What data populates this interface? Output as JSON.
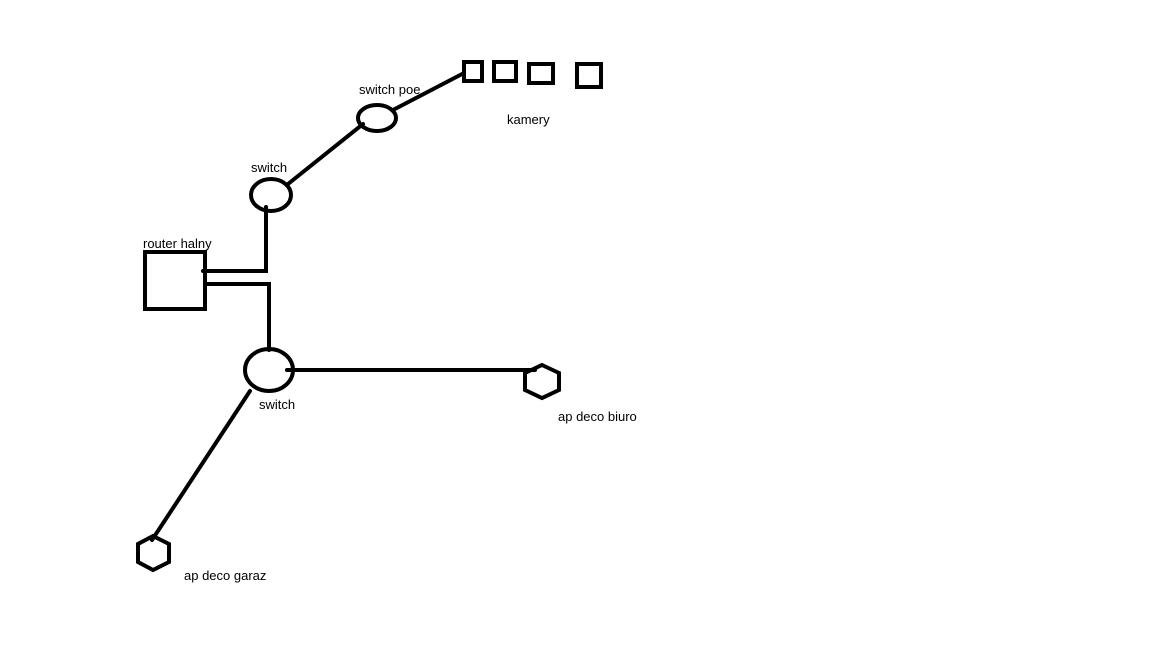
{
  "diagram": {
    "stroke_color": "#000000",
    "background": "#ffffff",
    "nodes": {
      "router": {
        "label": "router halny",
        "shape": "square"
      },
      "switch_upper": {
        "label": "switch",
        "shape": "ellipse"
      },
      "switch_poe": {
        "label": "switch poe",
        "shape": "ellipse"
      },
      "cameras": {
        "label": "kamery",
        "shape": "square",
        "count": 4
      },
      "switch_lower": {
        "label": "switch",
        "shape": "ellipse"
      },
      "ap_biuro": {
        "label": "ap deco biuro",
        "shape": "hexagon"
      },
      "ap_garaz": {
        "label": "ap deco garaz",
        "shape": "hexagon"
      }
    },
    "edges": [
      {
        "from": "router",
        "to": "switch_upper"
      },
      {
        "from": "router",
        "to": "switch_lower"
      },
      {
        "from": "switch_upper",
        "to": "switch_poe"
      },
      {
        "from": "switch_poe",
        "to": "cameras"
      },
      {
        "from": "switch_lower",
        "to": "ap_biuro"
      },
      {
        "from": "switch_lower",
        "to": "ap_garaz"
      }
    ]
  }
}
